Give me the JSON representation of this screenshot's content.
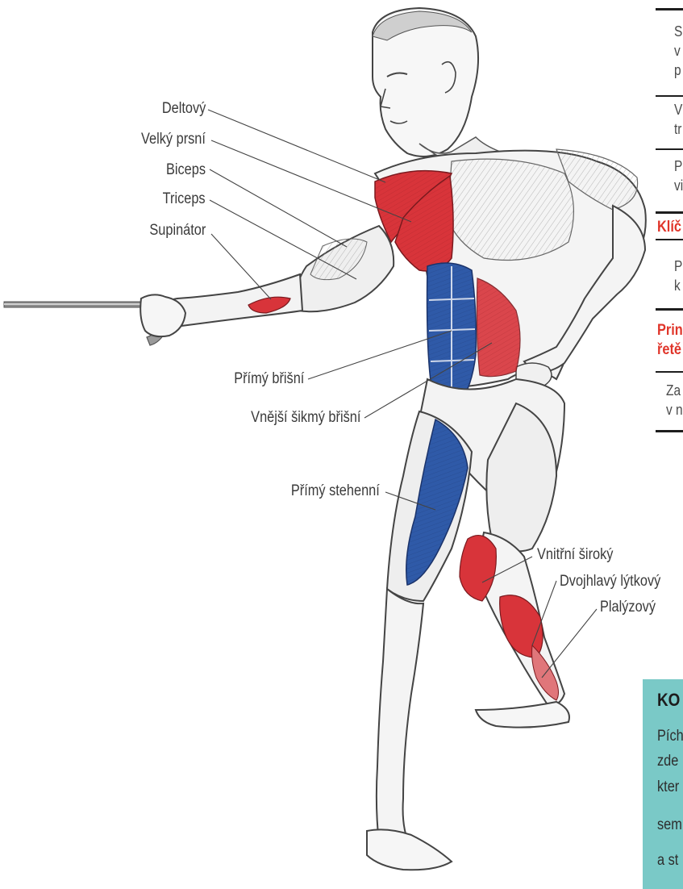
{
  "labels": {
    "deltovy": "Deltový",
    "velky_prsni": "Velký prsní",
    "biceps": "Biceps",
    "triceps": "Triceps",
    "supinator": "Supinátor",
    "primy_brisni": "Přímý břišní",
    "vnejsi_sikmy": "Vnější šikmý břišní",
    "primy_stehenni": "Přímý stehenní",
    "vnitrni_siroky": "Vnitřní široký",
    "dvojhlavy": "Dvojhlavý lýtkový",
    "platyzovy": "Plalýzový"
  },
  "side_column": {
    "block1": "S\nv\np",
    "block2": "V\ntr",
    "block3": "P\nvi",
    "heading1": "Klíč",
    "block4": "P\nk",
    "heading2": "Prin\nřetě",
    "block5": "Za\nv n"
  },
  "box": {
    "title": "KO",
    "lines": [
      "Pích",
      "zde",
      "kter",
      "sem",
      "a st"
    ]
  },
  "colors": {
    "target_red": "#d8343a",
    "secondary_blue": "#2f5aa8",
    "box_teal": "#7ac9c7",
    "heading_red": "#e0352a"
  }
}
